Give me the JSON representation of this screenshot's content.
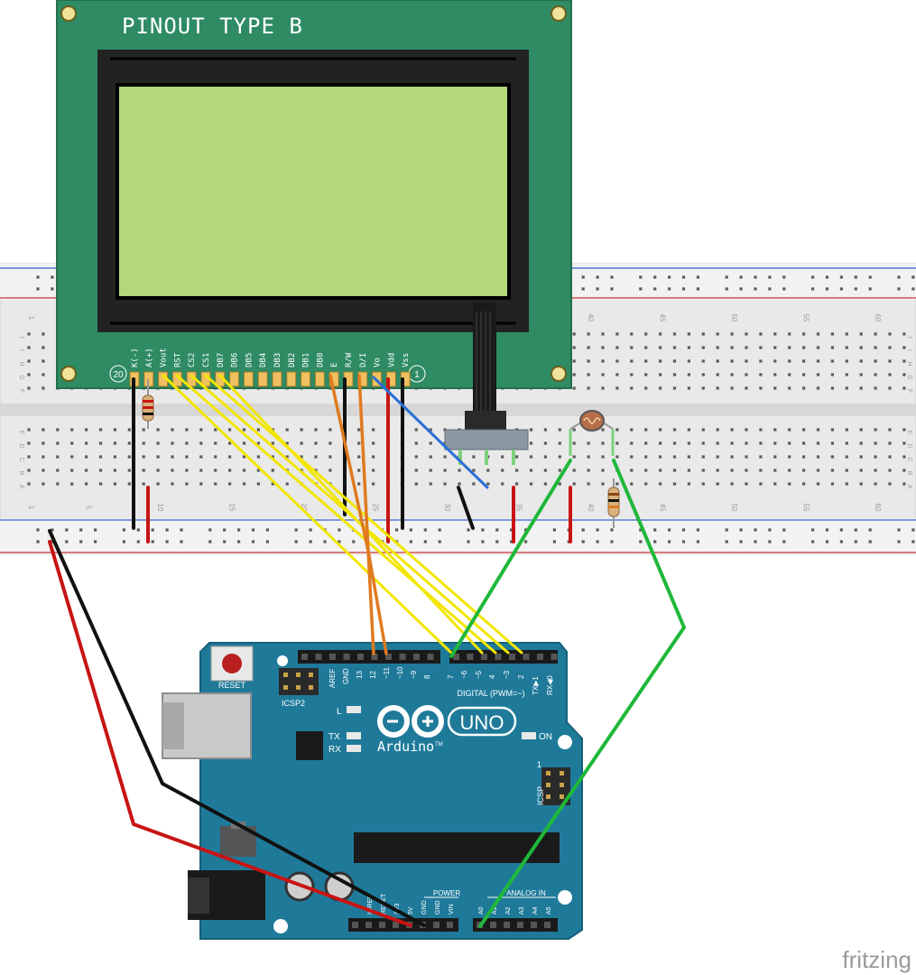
{
  "lcd": {
    "title": "PINOUT TYPE B",
    "pin_first_number": "20",
    "pin_last_number": "1",
    "pins": [
      "K(-)",
      "A(+)",
      "Vout",
      "RST",
      "CS2",
      "CS1",
      "DB7",
      "DB6",
      "DB5",
      "DB4",
      "DB3",
      "DB2",
      "DB1",
      "DB0",
      "E",
      "R/W",
      "D/I",
      "Vo",
      "Vdd",
      "Vss"
    ]
  },
  "breadboard": {
    "row_letters_top": [
      "J",
      "I",
      "H",
      "G",
      "F"
    ],
    "row_letters_bottom": [
      "E",
      "D",
      "C",
      "B",
      "A"
    ],
    "column_numbers": [
      "1",
      "5",
      "10",
      "15",
      "20",
      "25",
      "30",
      "35",
      "40",
      "45",
      "50",
      "55",
      "60"
    ]
  },
  "arduino": {
    "brand": "Arduino",
    "model": "UNO",
    "trademark": "TM",
    "reset_label": "RESET",
    "icsp2_label": "ICSP2",
    "icsp_label": "ICSP",
    "icsp_pin1": "1",
    "aref_label": "AREF",
    "gnd_label": "GND",
    "digital_label": "DIGITAL (PWM=~)",
    "digital_pins": [
      "13",
      "12",
      "~11",
      "~10",
      "~9",
      "8",
      "7",
      "~6",
      "~5",
      "4",
      "~3",
      "2",
      "TX▶1",
      "RX◀0"
    ],
    "led_l": "L",
    "led_tx": "TX",
    "led_rx": "RX",
    "led_on": "ON",
    "power_label": "POWER",
    "power_pins": [
      "IOREF",
      "RESET",
      "3V3",
      "5V",
      "GND",
      "GND",
      "VIN"
    ],
    "analog_label": "ANALOG IN",
    "analog_pins": [
      "A0",
      "A1",
      "A2",
      "A3",
      "A4",
      "A5"
    ]
  },
  "watermark": "fritzing",
  "colors": {
    "lcd_board": "#2e8b63",
    "lcd_screen": "#b3d87c",
    "arduino_board": "#1f7a9a",
    "wire_yellow": "#f2e600",
    "wire_orange": "#e07a1f",
    "wire_green": "#1fb83a",
    "wire_red": "#c81414",
    "wire_black": "#111111",
    "wire_blue": "#2a6fd6"
  }
}
